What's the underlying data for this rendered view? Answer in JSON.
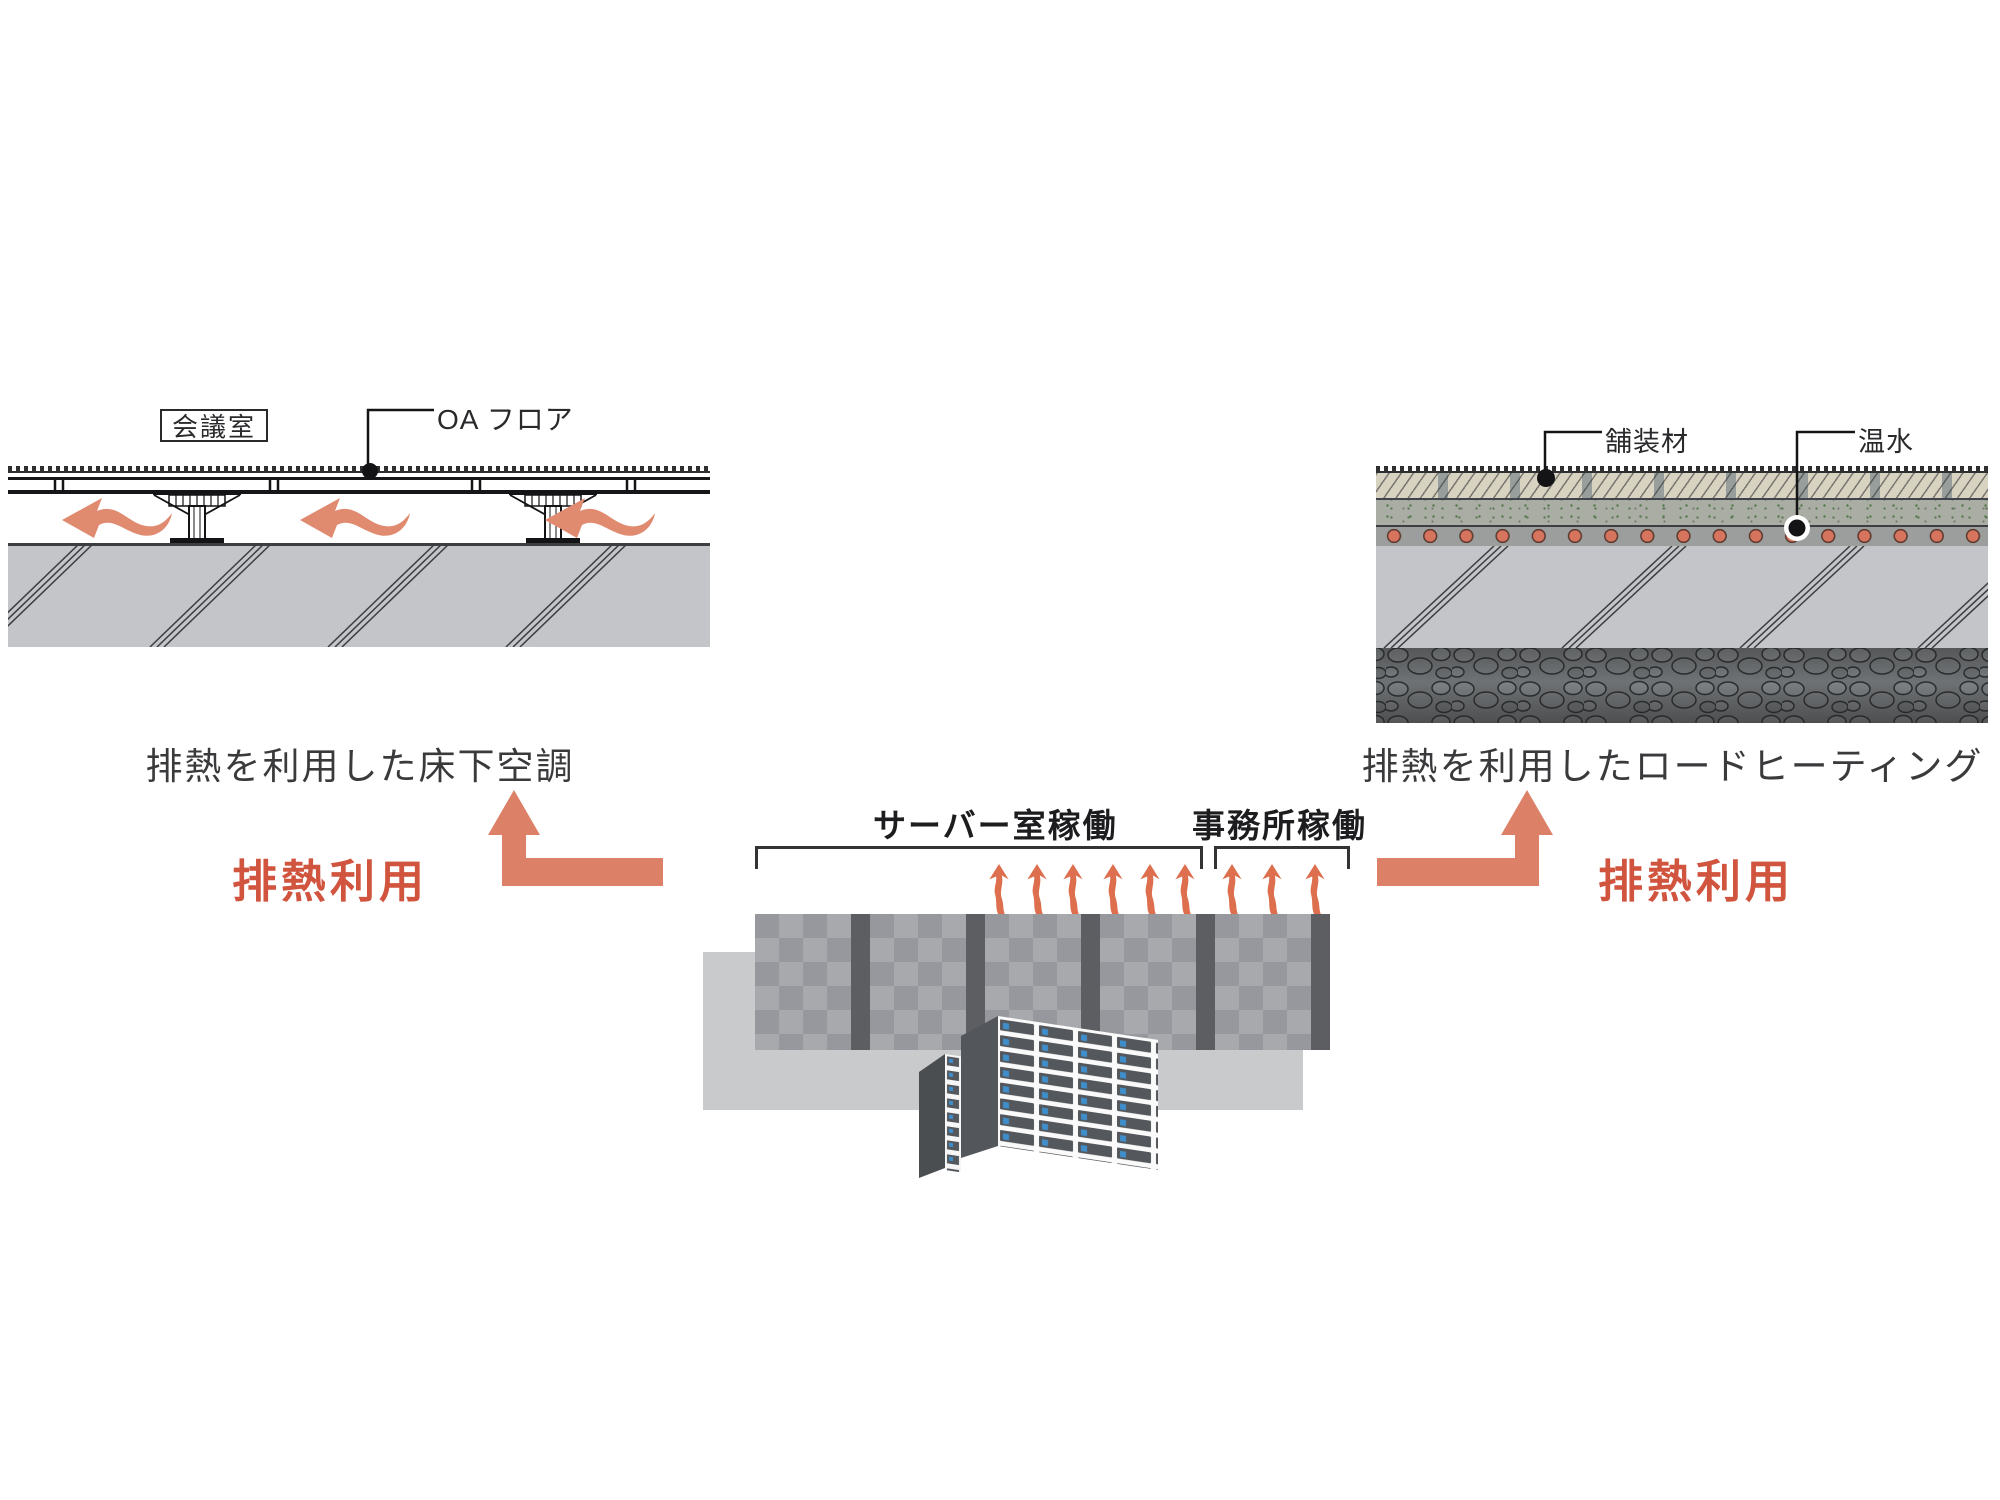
{
  "colors": {
    "accent_text": "#d1543e",
    "big_arrow": "#dc8168",
    "flow_arrow": "#e08a70",
    "heat_arrow": "#dd6f4e",
    "slab_gray": "#c3c5c9",
    "platform_gray": "#c9cacc",
    "paving_beige": "#d8d3c0",
    "mortar_gray_green": "#a9ada3",
    "pipe_orange": "#d7745e",
    "rack_led_blue": "#3f8ecc",
    "ink": "#2a2a2c"
  },
  "left_diagram": {
    "room_label": "会議室",
    "floor_label": "OA フロア",
    "caption": "排熱を利用した床下空調",
    "heat_reuse_label": "排熱利用"
  },
  "center": {
    "server_room_label": "サーバー室稼働",
    "office_label": "事務所稼働"
  },
  "right_diagram": {
    "paving_label": "舗装材",
    "hot_water_label": "温水",
    "caption": "排熱を利用したロードヒーティング",
    "heat_reuse_label": "排熱利用"
  }
}
